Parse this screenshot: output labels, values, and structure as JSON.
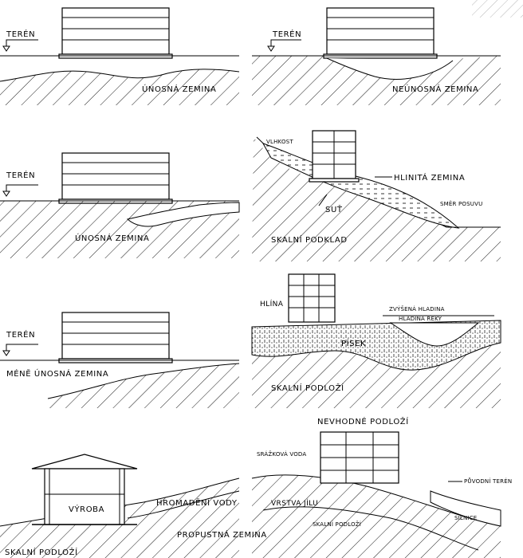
{
  "panels": [
    {
      "terrain": "TERÉN",
      "soil": "ÚNOSNÁ ZEMINA"
    },
    {
      "terrain": "TERÉN",
      "soil": "NEÚNOSNÁ ZEMINA"
    },
    {
      "terrain": "TERÉN",
      "soil": "ÚNOSNÁ ZEMINA"
    },
    {
      "moisture": "VLHKOST",
      "clay": "HLINITÁ ZEMINA",
      "scree": "SUŤ",
      "direction": "SMĚR POSUVU",
      "bedrock": "SKALNÍ PODKLAD"
    },
    {
      "terrain": "TERÉN",
      "soil": "MÉNĚ ÚNOSNÁ ZEMINA"
    },
    {
      "loam": "HLÍNA",
      "raised": "ZVÝŠENÁ HLADINA",
      "river": "HLADINA ŘEKY",
      "sand": "PÍSEK",
      "bedrock": "SKALNÍ PODLOŽÍ"
    },
    {
      "building": "VÝROBA",
      "water": "HROMADĚNÍ VODY",
      "permeable": "PROPUSTNÁ ZEMINA",
      "bedrock": "SKALNÍ PODLOŽÍ"
    },
    {
      "title": "NEVHODNÉ PODLOŽÍ",
      "rain": "SRÁŽKOVÁ VODA",
      "clay_layer": "VRSTVA JÍLU",
      "bedrock": "SKALNÍ PODLOŽÍ",
      "original": "PŮVODNÍ TERÉN",
      "road": "SILNICE"
    }
  ]
}
